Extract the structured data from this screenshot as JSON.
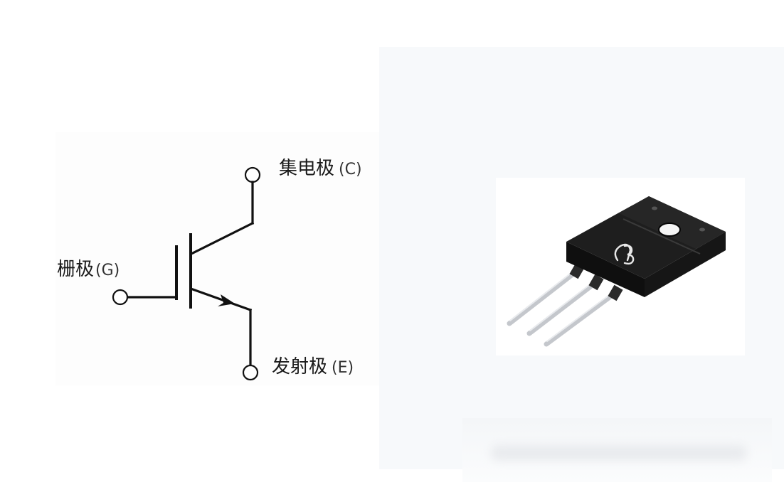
{
  "symbol": {
    "collector": {
      "name": "集电极",
      "abbr": "(C)"
    },
    "gate": {
      "name": "栅极",
      "abbr": "(G)"
    },
    "emitter": {
      "name": "发射极",
      "abbr": "(E)"
    },
    "stroke_color": "#111111"
  },
  "package": {
    "logo_icon": "ab-logo-icon",
    "body_color": "#1b1b1b",
    "lead_color": "#c9ccd0"
  }
}
